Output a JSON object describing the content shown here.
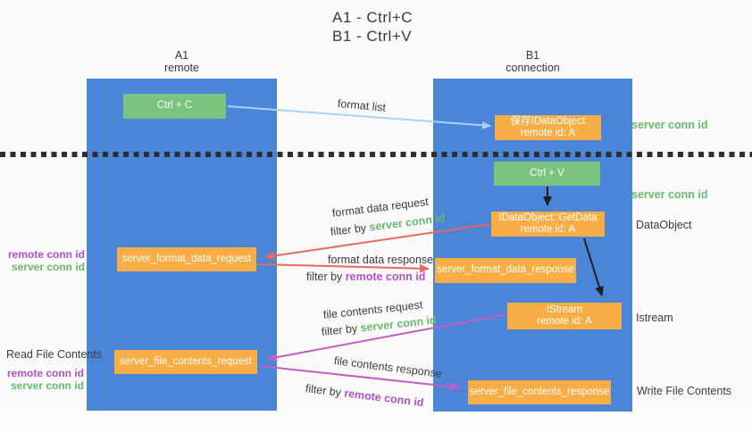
{
  "title": {
    "line1": "A1 - Ctrl+C",
    "line2": "B1 - Ctrl+V"
  },
  "columns": {
    "a1": {
      "name": "A1",
      "subtitle": "remote"
    },
    "b1": {
      "name": "B1",
      "subtitle": "connection"
    }
  },
  "nodes": {
    "ctrl_c": "Ctrl + C",
    "ctrl_v": "Ctrl + V",
    "save_idataobject": {
      "line1": "保存IDataObject",
      "line2": "remote id: A"
    },
    "getdata": {
      "line1": "IDataObject::GetData",
      "line2": "remote id: A"
    },
    "istream": {
      "line1": "IStream",
      "line2": "remote id: A"
    },
    "format_request": "server_format_data_request",
    "format_response": "server_format_data_response",
    "file_request": "server_file_contents_request",
    "file_response": "server_file_contents_response"
  },
  "arrow_labels": {
    "format_list": "format list",
    "format_data_request": "format data request",
    "format_data_response": "format data response",
    "file_contents_request": "file contents request",
    "file_contents_response": "file contents response",
    "filter_by": "filter by ",
    "server_conn_id": "server conn id",
    "remote_conn_id": "remote conn id"
  },
  "side_labels": {
    "server_conn_id_top": "server conn id",
    "server_conn_id_mid": "server conn id",
    "dataobject": "DataObject",
    "istream": "Istream",
    "write_file_contents": "Write File Contents",
    "read_file_contents": "Read File Contents",
    "remote_conn_id_format": "remote conn id",
    "server_conn_id_format": "server conn id",
    "remote_conn_id_file": "remote conn id",
    "server_conn_id_file": "server conn id"
  },
  "colors": {
    "lifeline_blue": "#4a85d8",
    "node_green": "#7ac47e",
    "node_orange": "#f9ae45",
    "arrow_red": "#e8695d",
    "arrow_magenta": "#c45ec0",
    "arrow_blue": "#a9d3ef",
    "arrow_black": "#1e1e1e",
    "text_green": "#66bb6a",
    "text_purple": "#b052c4"
  }
}
